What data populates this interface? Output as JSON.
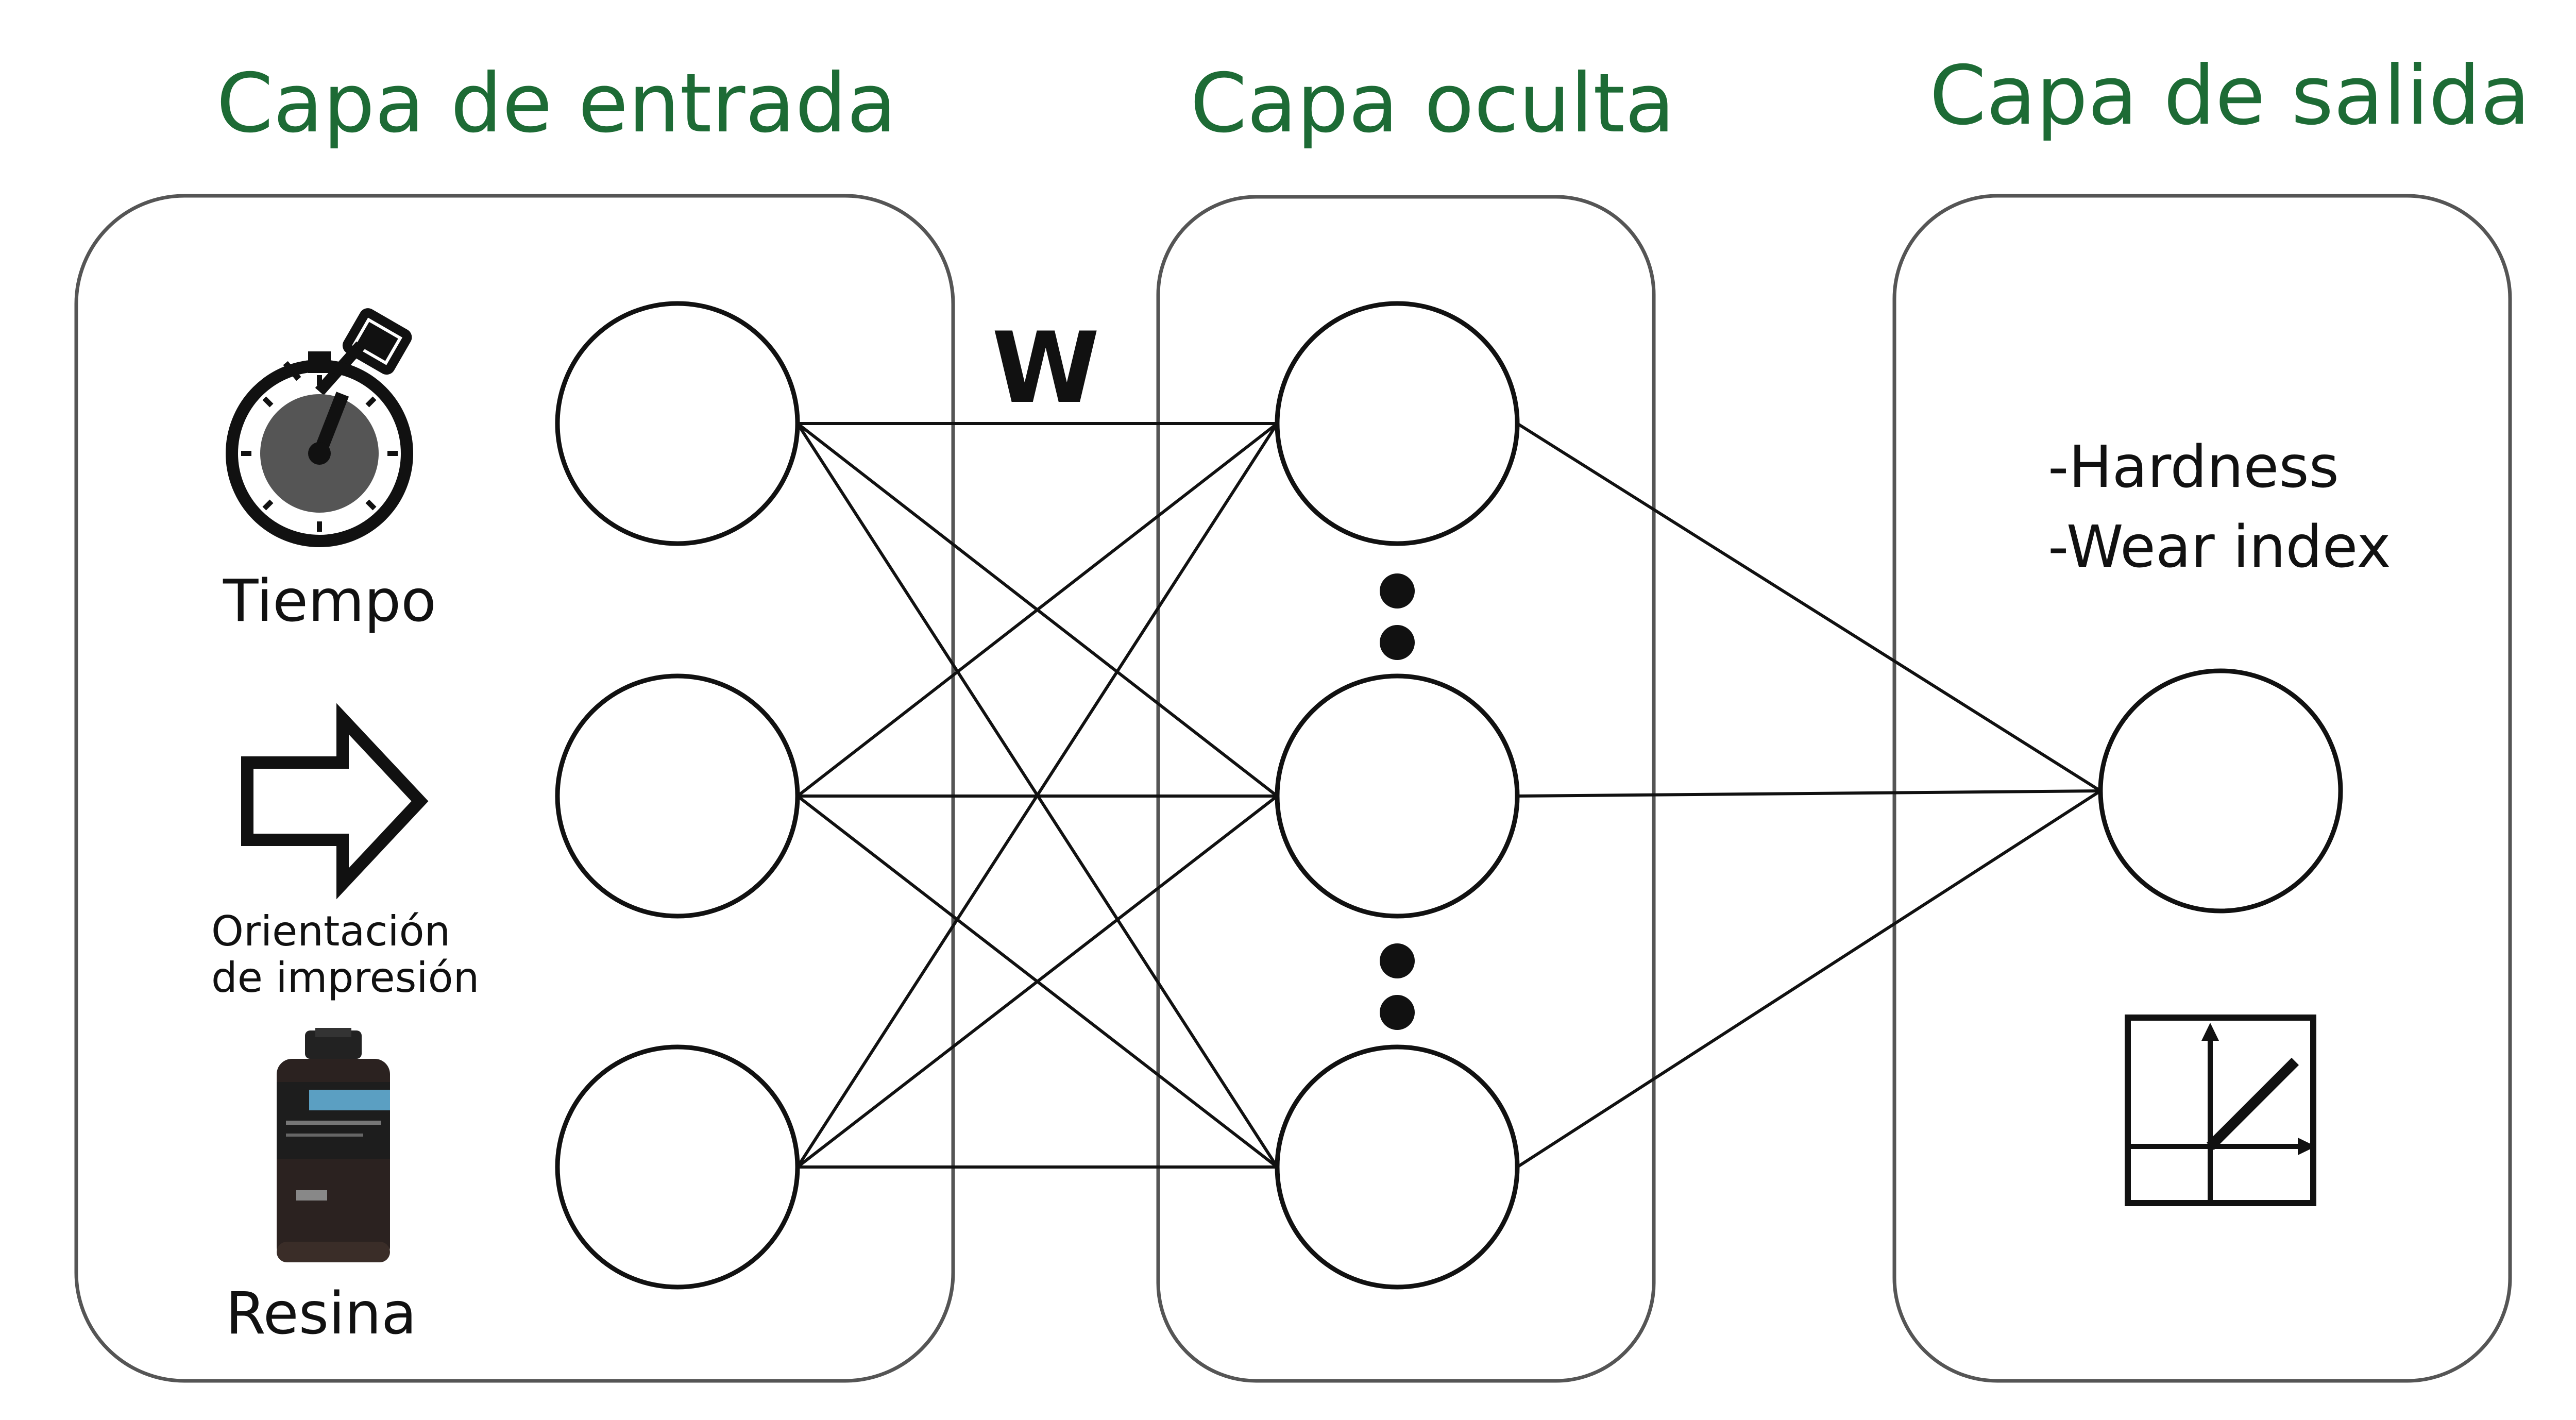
{
  "colors": {
    "title": "#1d6b35",
    "line": "#111111",
    "panel": "#555555"
  },
  "layers": [
    {
      "id": "input",
      "title": "Capa de entrada"
    },
    {
      "id": "hidden",
      "title": "Capa oculta"
    },
    {
      "id": "output",
      "title": "Capa de salida"
    }
  ],
  "weight_label": "W",
  "inputs": [
    {
      "label": "Tiempo",
      "icon": "stopwatch-icon"
    },
    {
      "label_lines": [
        "Orientación",
        "de impresión"
      ],
      "icon": "arrow-right-icon"
    },
    {
      "label": "Resina",
      "icon": "resin-bottle-icon"
    }
  ],
  "outputs": [
    "-Hardness",
    "-Wear index"
  ],
  "output_icon": "linear-graph-icon",
  "edges": {
    "input_to_hidden": "all",
    "hidden_to_output": "all"
  }
}
